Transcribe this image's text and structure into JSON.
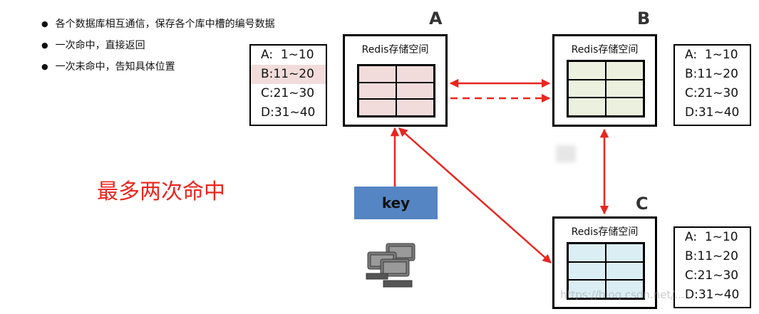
{
  "bullets": [
    "各个数据库相互通信，保存各个库中槽的编号数据",
    "一次命中，直接返回",
    "一次未命中，告知具体位置"
  ],
  "nodes": {
    "a": {
      "letter": "A",
      "title": "Redis存储空间",
      "grid_color": "#f2dcdb"
    },
    "b": {
      "letter": "B",
      "title": "Redis存储空间",
      "grid_color": "#ebf1de"
    },
    "c": {
      "letter": "C",
      "title": "Redis存储空间",
      "grid_color": "#dbeef4"
    }
  },
  "slot_tables": {
    "a": [
      "A:  1~10",
      "B:11~20",
      "C:21~30",
      "D:31~40"
    ],
    "b": [
      "A:  1~10",
      "B:11~20",
      "C:21~30",
      "D:31~40"
    ],
    "c": [
      "A:  1~10",
      "B:11~20",
      "C:21~30",
      "D:31~40"
    ]
  },
  "highlight_color": "#f2dcdb",
  "arrow_color": "#e8261f",
  "key_label": "key",
  "key_color": "#5585c2",
  "headline": "最多两次命中",
  "watermark": "https://blog.csdn.net/..."
}
